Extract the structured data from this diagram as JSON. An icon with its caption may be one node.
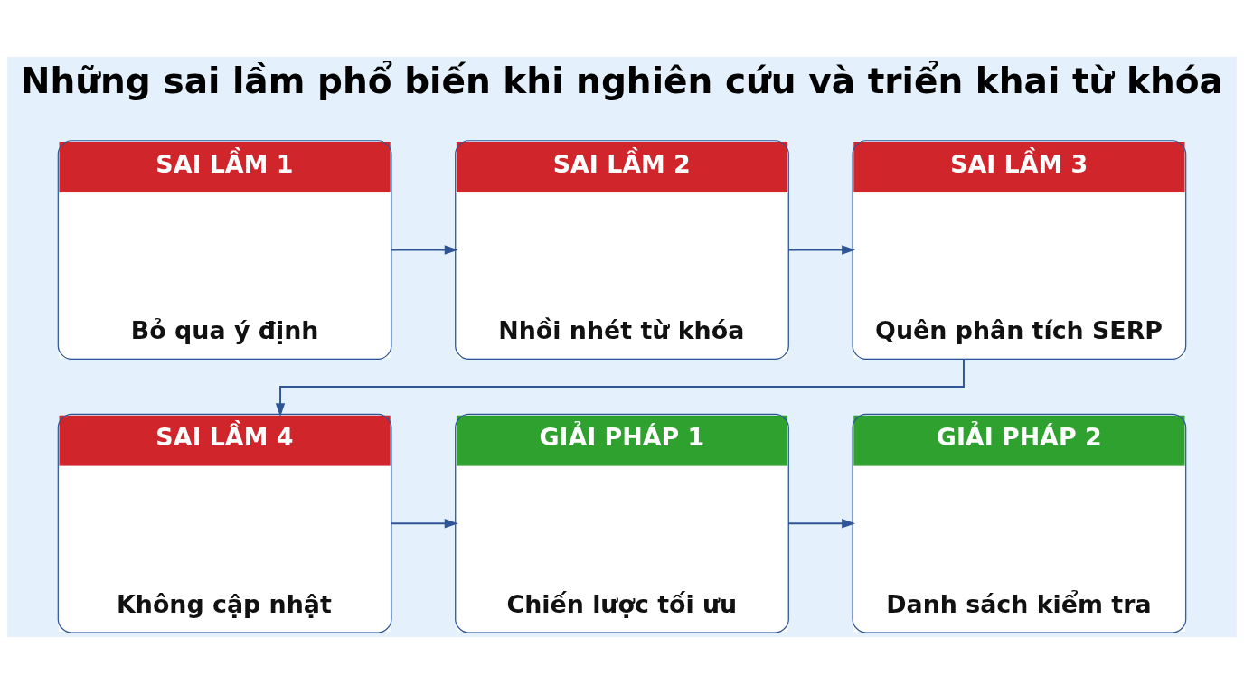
{
  "diagram": {
    "title": "Những sai lầm phổ biến khi nghiên cứu và triển khai từ khóa",
    "nodes": [
      {
        "text": [
          "SAI LẦM 1",
          "Bỏ qua ý định"
        ]
      },
      {
        "text": [
          "SAI LẦM 2",
          "Nhồi nhét từ khóa"
        ]
      },
      {
        "text": [
          "SAI LẦM 3",
          "Quên phân tích SERP"
        ]
      },
      {
        "text": [
          "SAI LẦM 4",
          "Không cập nhật"
        ]
      },
      {
        "text": [
          "GIẢI PHÁP 1",
          "Chiến lược tối ưu"
        ]
      },
      {
        "text": [
          "GIẢI PHÁP 2",
          "Danh sách kiểm tra"
        ]
      }
    ],
    "edges": [
      {
        "from": 0,
        "to": 1,
        "arrow": "to"
      },
      {
        "from": 1,
        "to": 2,
        "arrow": "to"
      },
      {
        "from": 2,
        "to": 3,
        "arrow": "to"
      },
      {
        "from": 3,
        "to": 4,
        "arrow": "to"
      },
      {
        "from": 4,
        "to": 5,
        "arrow": "to"
      }
    ]
  }
}
